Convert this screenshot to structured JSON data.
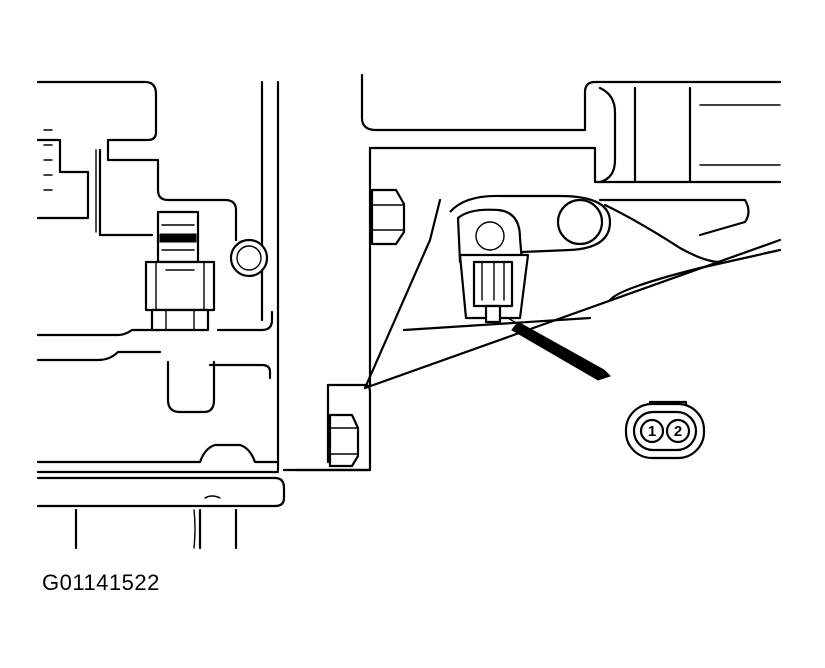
{
  "figure_id": "G01141522",
  "connector": {
    "pins": [
      "1",
      "2"
    ]
  }
}
